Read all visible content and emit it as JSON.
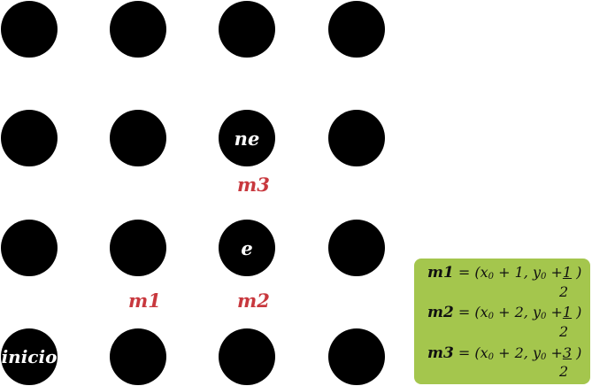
{
  "dots": {
    "r0": [
      "",
      "",
      "",
      ""
    ],
    "r1": [
      "",
      "",
      "ne",
      ""
    ],
    "r2": [
      "",
      "",
      "e",
      ""
    ],
    "r3": [
      "inicio",
      "",
      "",
      ""
    ]
  },
  "midpoints": {
    "m1": "m1",
    "m2": "m2",
    "m3": "m3"
  },
  "formulas": [
    {
      "name": "m1",
      "eq": " = (x",
      "sub0": "0",
      "mid": " + 1, y",
      "sub1": "0",
      "plus": " +",
      "num": "1",
      "close": " )",
      "den": "2"
    },
    {
      "name": "m2",
      "eq": " = (x",
      "sub0": "0",
      "mid": " + 2, y",
      "sub1": "0",
      "plus": " +",
      "num": "1",
      "close": " )",
      "den": "2"
    },
    {
      "name": "m3",
      "eq": " = (x",
      "sub0": "0",
      "mid": " + 2, y",
      "sub1": "0",
      "plus": " +",
      "num": "3",
      "close": " )",
      "den": "2"
    }
  ],
  "colors": {
    "dot": "#000000",
    "midpoint_label": "#c8383e",
    "formula_box": "#a4c64d"
  }
}
